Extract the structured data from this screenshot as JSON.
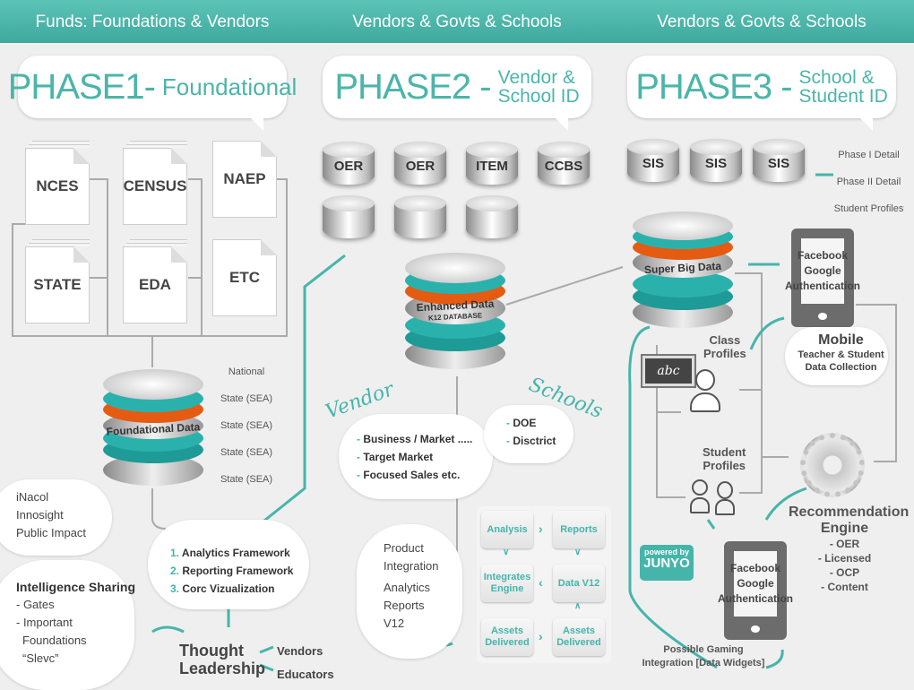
{
  "header": {
    "col1": "Funds: Foundations & Vendors",
    "col2": "Vendors & Govts & Schools",
    "col3": "Vendors & Govts & Schools"
  },
  "phases": [
    {
      "big": "PHASE1-",
      "sub": "Foundational"
    },
    {
      "big": "PHASE2 -",
      "sub1": "Vendor &",
      "sub2": "School ID"
    },
    {
      "big": "PHASE3 -",
      "sub1": "School &",
      "sub2": "Student ID"
    }
  ],
  "phase1": {
    "docs": [
      "NCES",
      "CENSUS",
      "NAEP",
      "STATE",
      "EDA",
      "ETC"
    ],
    "db_label": "Foundational Data",
    "hierarchy": [
      "National",
      "State (SEA)",
      "State (SEA)",
      "State (SEA)",
      "State (SEA)"
    ],
    "frameworks": [
      {
        "num": "1.",
        "text": "Analytics Framework"
      },
      {
        "num": "2.",
        "text": "Reporting Framework"
      },
      {
        "num": "3.",
        "text": "Corc Vizualization"
      }
    ],
    "partners": [
      "iNacol",
      "Innosight",
      "Public Impact"
    ],
    "intelligence": {
      "title": "Intelligence Sharing",
      "items": [
        "- Gates",
        "- Important",
        "Foundations",
        "“Slevc”"
      ]
    },
    "thought": {
      "line1": "Thought",
      "line2": "Leadership",
      "targets": [
        "Vendors",
        "Educators"
      ]
    }
  },
  "phase2": {
    "cylinders": [
      "OER",
      "OER",
      "ITEM",
      "CCBS",
      "",
      "",
      ""
    ],
    "db_label": "Enhanced Data",
    "db_sublabel": "K12 DATABASE",
    "vendor_label": "Vendor",
    "vendor_items": [
      "Business / Market .....",
      "Target Market",
      "Focused Sales etc."
    ],
    "schools_label": "Schools",
    "schools_items": [
      "DOE",
      "Disctrict"
    ],
    "product": [
      "Product",
      "Integration",
      "Analytics",
      "Reports",
      "V12"
    ],
    "flow": {
      "analysis": "Analysis",
      "reports": "Reports",
      "integrates": "Integrates Engine",
      "data": "Data V12",
      "assets1": "Assets Delivered",
      "assets2": "Assets Delivered"
    }
  },
  "phase3": {
    "cylinders": [
      "SIS",
      "SIS",
      "SIS"
    ],
    "details": [
      "Phase I Detail",
      "Phase II Detail",
      "Student Profiles"
    ],
    "db_label": "Super Big Data",
    "tablet1": [
      "Facebook",
      "Google",
      "Authentication"
    ],
    "mobile": {
      "title": "Mobile",
      "line1": "Teacher & Student",
      "line2": "Data Collection"
    },
    "class_profiles": [
      "Class",
      "Profiles"
    ],
    "chalk": "abc",
    "student_profiles": [
      "Student",
      "Profiles"
    ],
    "engine": {
      "title1": "Recommendation",
      "title2": "Engine",
      "items": [
        "- OER",
        "- Licensed",
        "- OCP",
        "- Content"
      ]
    },
    "tablet2": [
      "Facebook",
      "Google",
      "Authentication"
    ],
    "powered": {
      "line1": "powered by",
      "line2": "JUNYO"
    },
    "gaming": [
      "Possible Gaming",
      "Integration [Data Widgets]"
    ]
  },
  "colors": {
    "accent": "#45b5aa",
    "text": "#444444",
    "background": "#efefef"
  }
}
